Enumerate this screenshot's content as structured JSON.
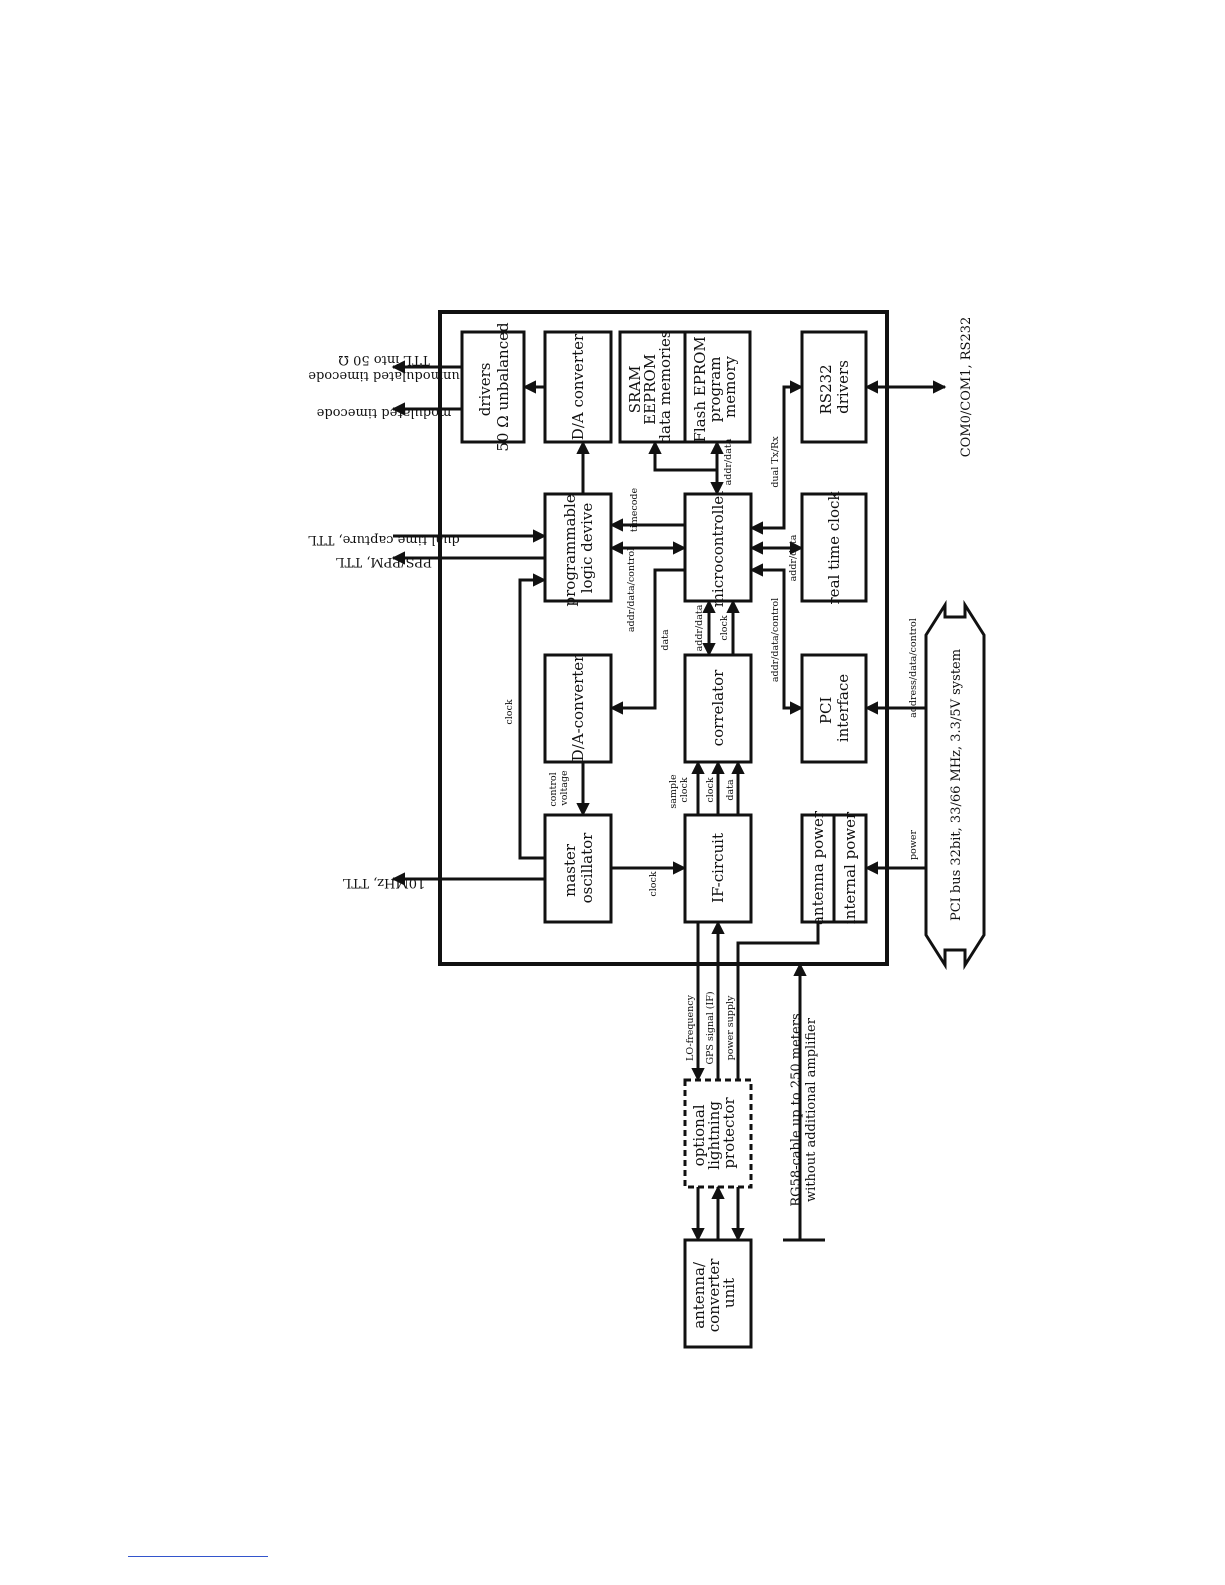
{
  "diagram": {
    "blocks": {
      "drivers": [
        "drivers",
        "50 Ω unbalanced"
      ],
      "da_converter_top": [
        "D/A converter"
      ],
      "memory_data": [
        "SRAM",
        "EEPROM",
        "data memories"
      ],
      "memory_program": [
        "Flash EPROM",
        "program",
        "memory"
      ],
      "rs232": [
        "RS232",
        "drivers"
      ],
      "pld": [
        "programmable",
        "logic devive"
      ],
      "microcontroller": [
        "microcontroller"
      ],
      "rtc": [
        "real time clock"
      ],
      "da_converter_mid": [
        "D/A-converter"
      ],
      "correlator": [
        "correlator"
      ],
      "pci": [
        "PCI",
        "interface"
      ],
      "oscillator": [
        "master",
        "oscillator"
      ],
      "if_circuit": [
        "IF-circuit"
      ],
      "antenna_power": [
        "antenna power"
      ],
      "internal_power": [
        "internal power"
      ],
      "lightning": [
        "optional",
        "lightning",
        "protector"
      ],
      "antenna_unit": [
        "antenna/",
        "converter",
        "unit"
      ]
    },
    "external": {
      "modulated": "modulated timecode",
      "unmodulated_1": "unmodulated timecode",
      "unmodulated_2": "TTL into 50 Ω",
      "capture": "dual time capture, TTL",
      "pps": "PPS/PPM, TTL",
      "tenmhz": "10MHz, TTL",
      "com": "COM0/COM1, RS232",
      "pcibus": "PCI bus 32bit, 33/66 MHz, 3.3/5V system",
      "cable_1": "RG58-cable up to 250 meters",
      "cable_2": "without additional amplifier"
    },
    "signals": {
      "timecode": "timecode",
      "addr_data_control_pld": "addr/data/control",
      "data_mc_dac": "data",
      "addr_data_mem": "addr/data",
      "dual_txrx": "dual Tx/Rx",
      "addr_data_rtc": "addr/data",
      "addr_data_pci": "addr/data/control",
      "addr_data_corr": "addr/data",
      "clock_corr": "clock",
      "clock_osc_pld": "clock",
      "control_voltage": [
        "control",
        "voltage"
      ],
      "sample_clock": [
        "sample",
        "clock"
      ],
      "clock_if": "clock",
      "data_if": "data",
      "clock_osc_if": "clock",
      "address_pci_bus": "address/data/control",
      "power": "power",
      "lo_frequency": "LO-frequency",
      "gps_signal": "GPS signal (IF)",
      "power_supply": "power supply"
    }
  }
}
